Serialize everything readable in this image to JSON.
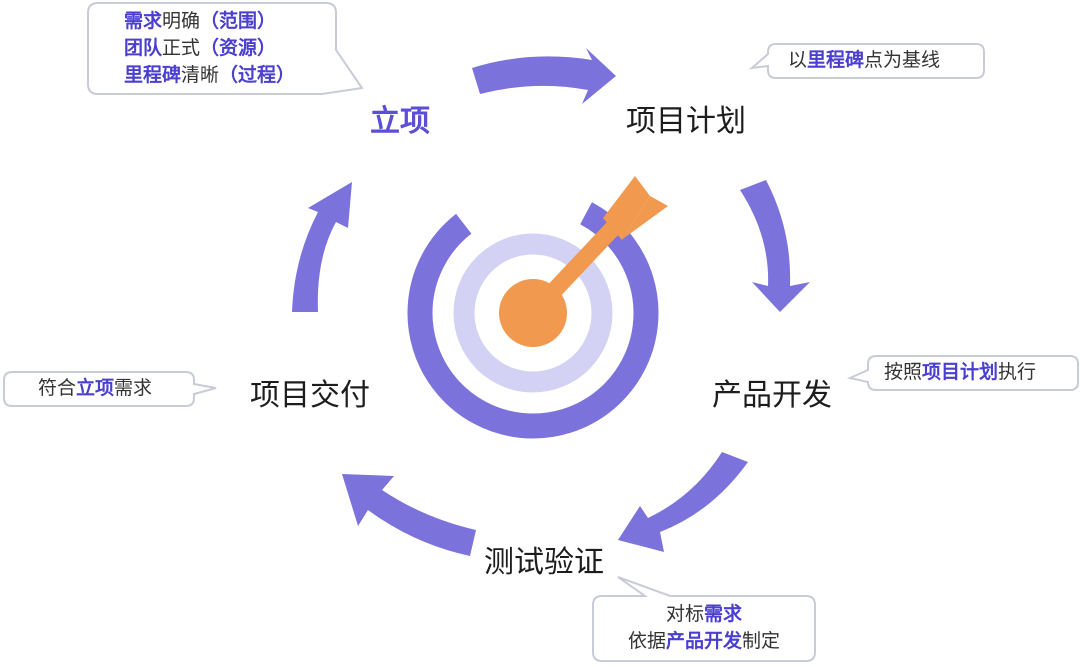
{
  "stages": {
    "lixiang": "立项",
    "plan": "项目计划",
    "dev": "产品开发",
    "test": "测试验证",
    "deliver": "项目交付"
  },
  "callouts": {
    "lixiang": [
      {
        "hl": "需求",
        "text": "明确",
        "tail": "（范围）"
      },
      {
        "hl": "团队",
        "text": "正式",
        "tail": "（资源）"
      },
      {
        "hl": "里程碑",
        "text": "清晰",
        "tail": "（过程）"
      }
    ],
    "plan": {
      "pre": "以",
      "hl": "里程碑",
      "post": "点为基线"
    },
    "dev": {
      "pre": "按照",
      "hl": "项目计划",
      "post": "执行"
    },
    "test": [
      {
        "pre": "对标",
        "hl": "需求",
        "post": ""
      },
      {
        "pre": "依据",
        "hl": "产品开发",
        "post": "制定"
      }
    ],
    "deliver": {
      "pre": "符合",
      "hl": "立项",
      "post": "需求"
    }
  },
  "colors": {
    "arrow": "#7b72dc",
    "ring_outer": "#7b72dc",
    "ring_inner": "#d4d2f4",
    "dart": "#f0994f",
    "highlight": "#4a3fcf"
  }
}
